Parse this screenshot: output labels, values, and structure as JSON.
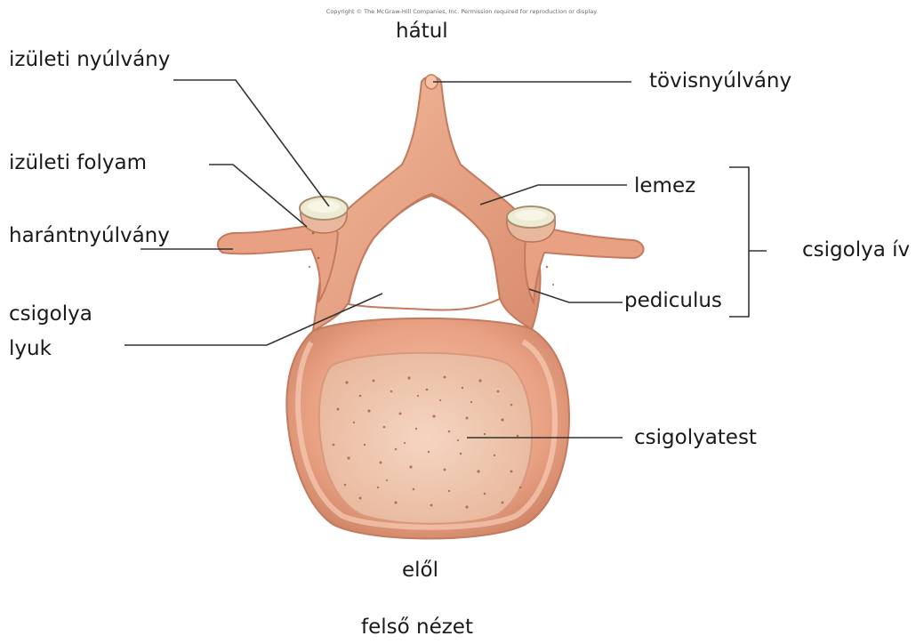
{
  "copyright": "Copyright © The McGraw-Hill Companies, Inc. Permission required for reproduction or display.",
  "labels": {
    "posterior": "hátul",
    "anterior": "elől",
    "view": "felső nézet",
    "articular_process": "izületi nyúlvány",
    "articular_facet": "izületi folyam",
    "transverse_process": "harántnyúlvány",
    "foramen_line1": "csigolya",
    "foramen_line2": "lyuk",
    "spinous_process": "tövisnyúlvány",
    "lamina": "lemez",
    "vertebral_arch": "csigolya ív",
    "pedicle": "pediculus",
    "vertebral_body": "csigolyatest"
  },
  "colors": {
    "bone": "#e8a487",
    "bone_dark": "#c77d63",
    "bone_light": "#f6c7ae",
    "cancellous": "#f0c8b0",
    "pores": "#9a5a45",
    "facet": "#eeebd4",
    "leader_line": "#333333"
  }
}
